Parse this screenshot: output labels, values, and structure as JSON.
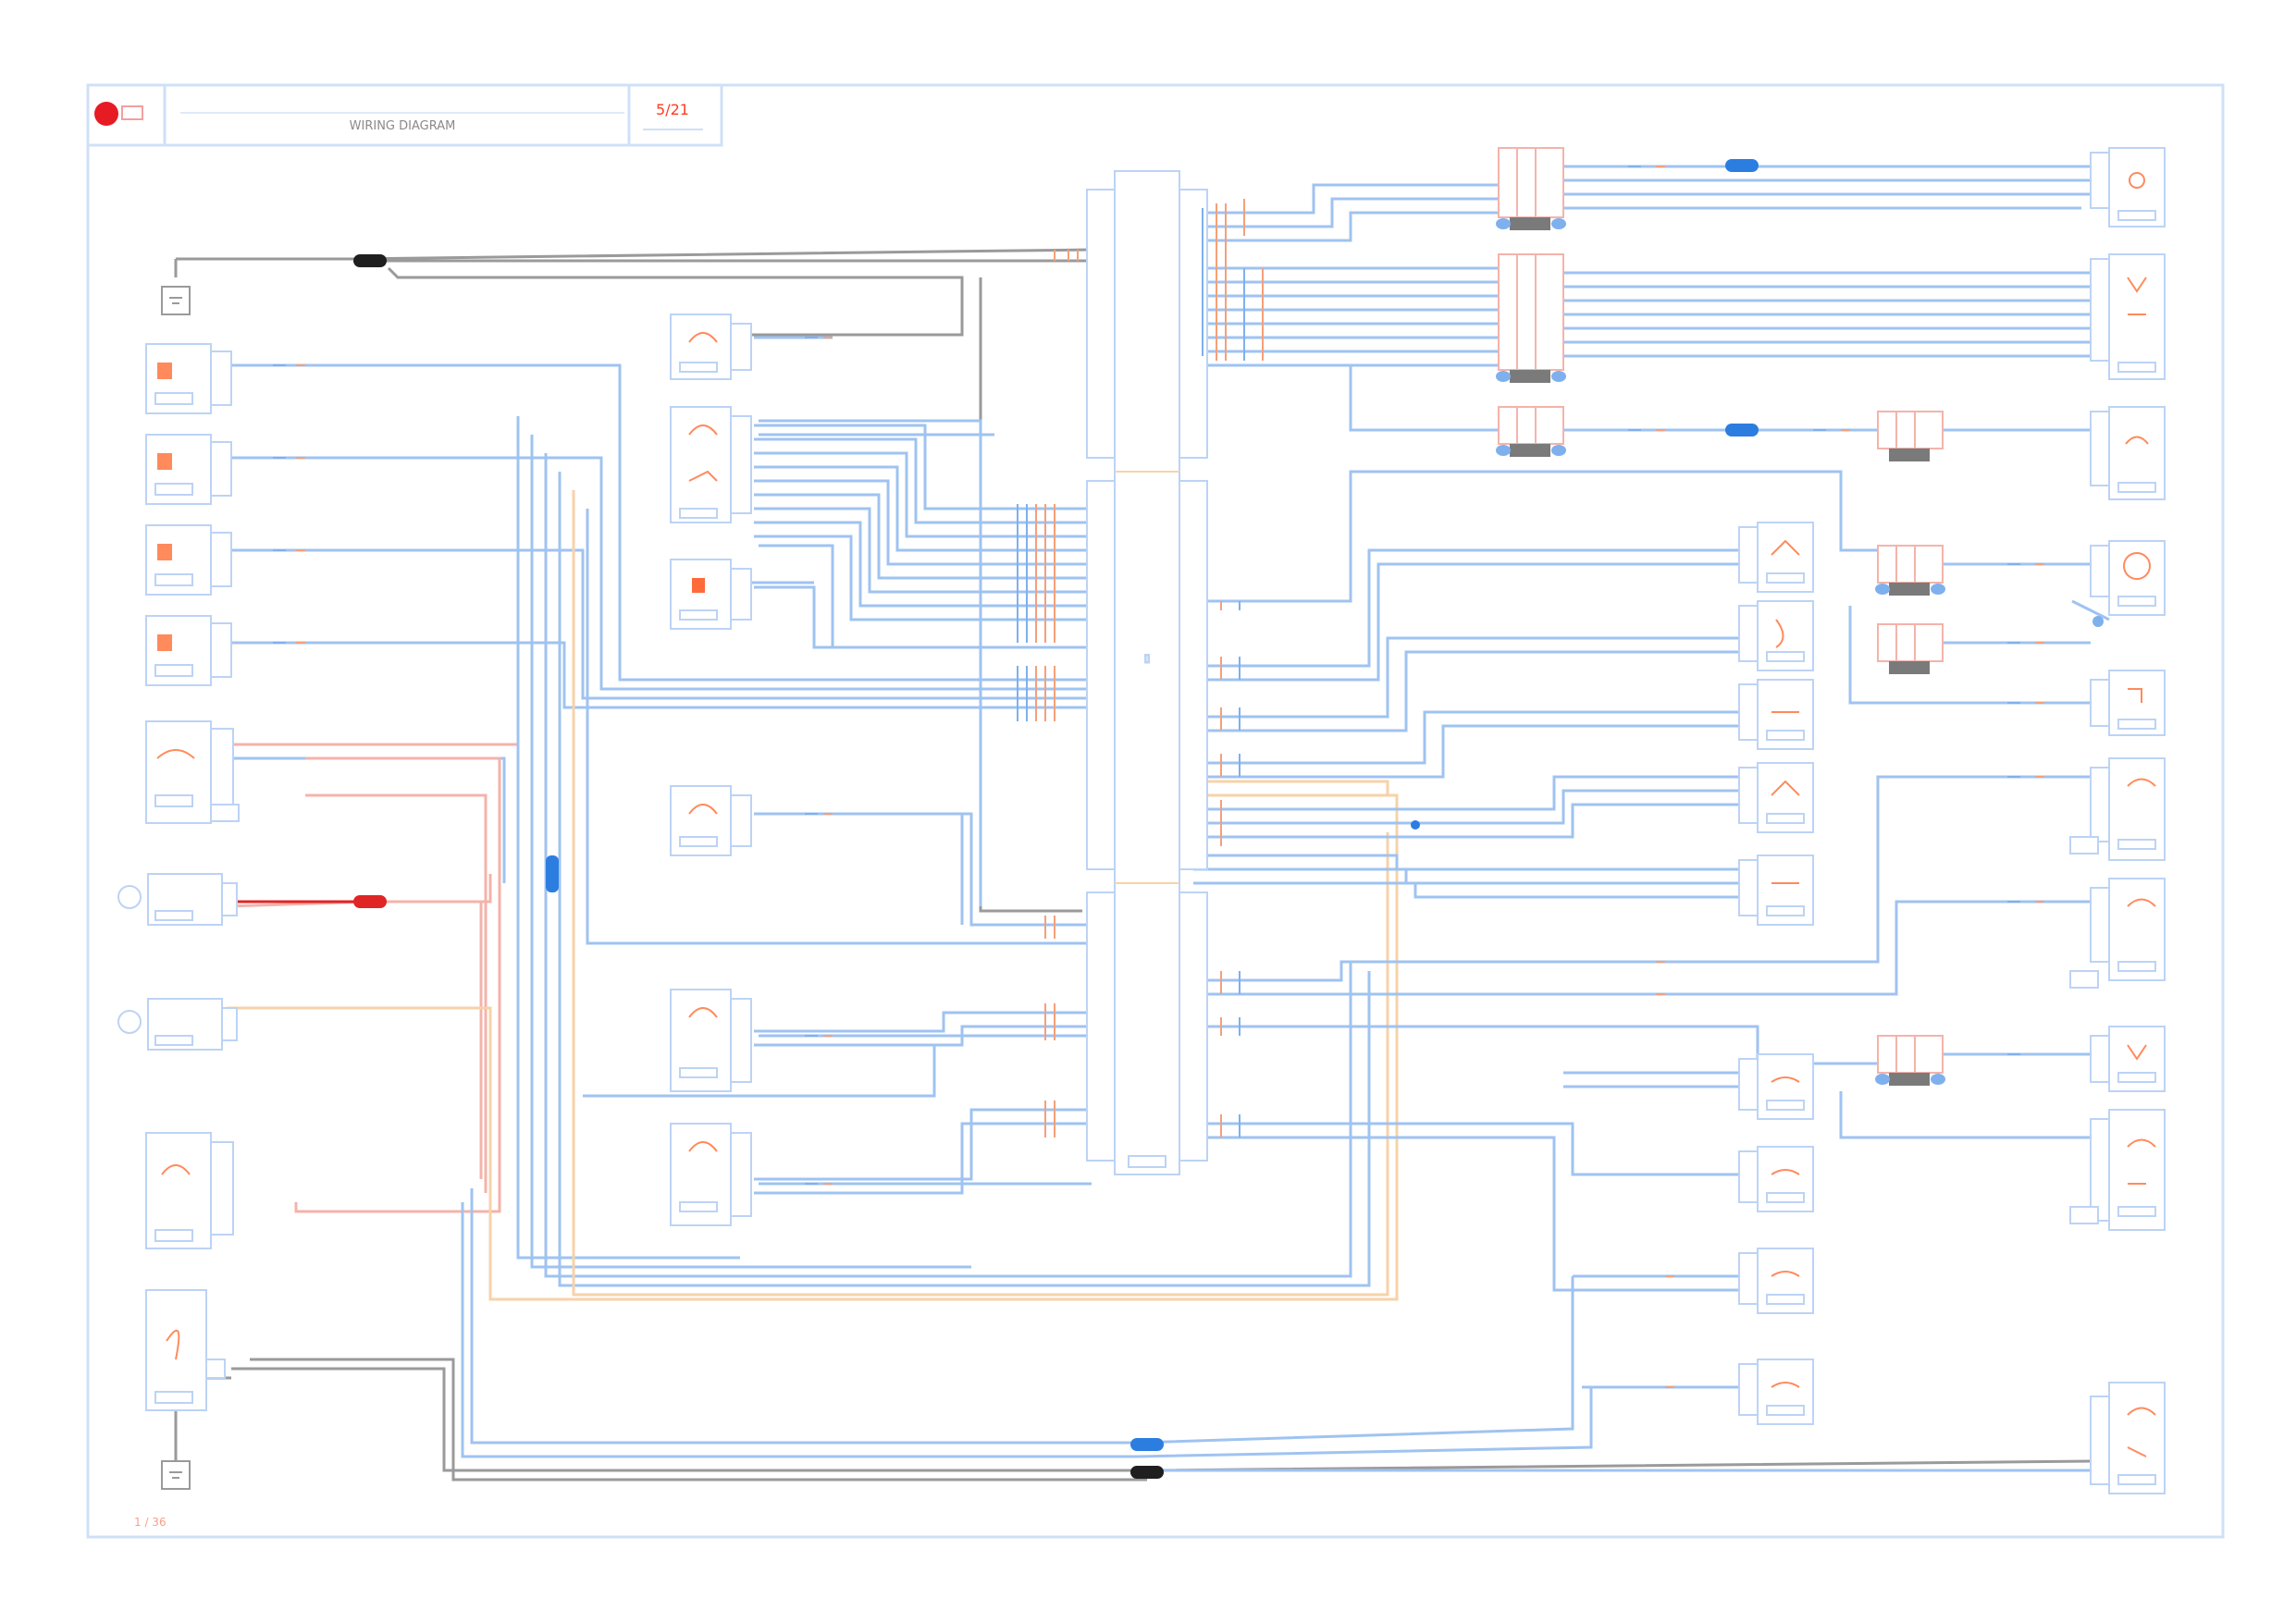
{
  "title_block": {
    "title": "WIRING DIAGRAM",
    "sheet_ref": "5/21"
  },
  "page_ref": "1 / 36",
  "colors": {
    "border": "#bcd3f5",
    "wire_blue": "#7fb0ee",
    "wire_red": "#f29a8f",
    "wire_orange": "#f7c58e",
    "wire_black": "#8a8a8a",
    "symbol": "#ff7a4a",
    "splice_blue": "#2c7de0",
    "splice_red": "#e02525",
    "splice_black": "#222222"
  }
}
